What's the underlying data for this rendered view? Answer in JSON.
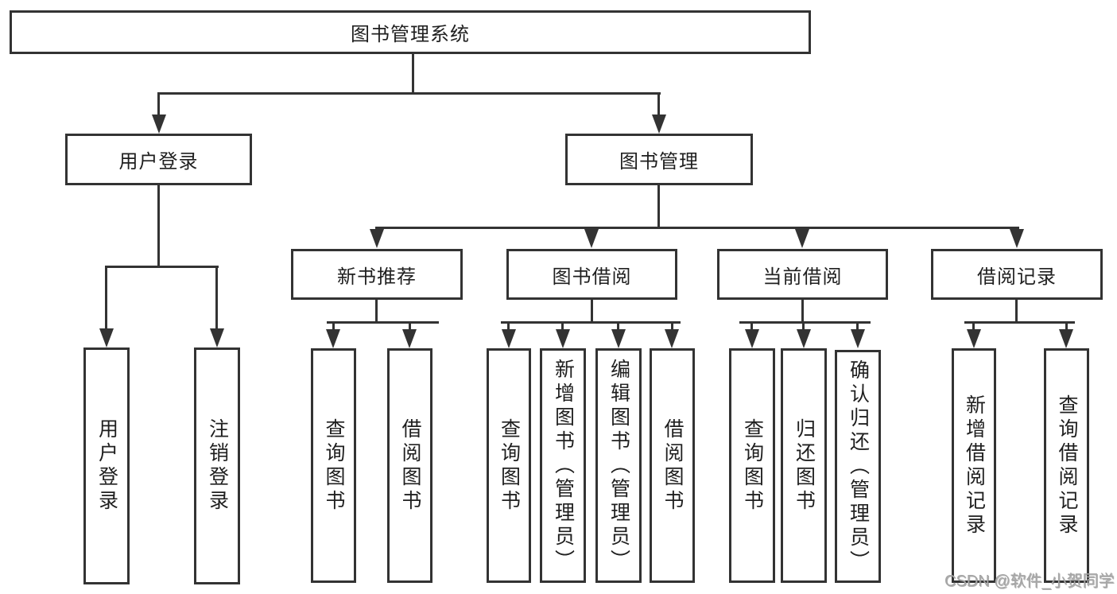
{
  "diagram": {
    "title": "图书管理系统",
    "type": "function-structure-tree",
    "colors": {
      "line": "#333333",
      "box_border": "#333333",
      "box_fill": "#ffffff",
      "text": "#1f1f1f",
      "watermark": "#a6a6a6",
      "background": "#ffffff"
    }
  },
  "nodes": {
    "root": {
      "label": "图书管理系统",
      "children": [
        "user_login",
        "book_mgmt"
      ]
    },
    "user_login": {
      "label": "用户登录",
      "children": [
        "leaf_user_login",
        "leaf_logout"
      ]
    },
    "book_mgmt": {
      "label": "图书管理",
      "children": [
        "new_book_rec",
        "book_borrow",
        "current_borrow",
        "borrow_records"
      ]
    },
    "new_book_rec": {
      "label": "新书推荐",
      "children": [
        "rec_query_books",
        "rec_borrow_books"
      ]
    },
    "book_borrow": {
      "label": "图书借阅",
      "children": [
        "bb_query_books",
        "bb_add_books",
        "bb_edit_books",
        "bb_borrow_books"
      ]
    },
    "current_borrow": {
      "label": "当前借阅",
      "children": [
        "cb_query_books",
        "cb_return_books",
        "cb_confirm_return"
      ]
    },
    "borrow_records": {
      "label": "借阅记录",
      "children": [
        "br_add_record",
        "br_query_record"
      ]
    },
    "leaf_user_login": {
      "label": "用户登录"
    },
    "leaf_logout": {
      "label": "注销登录"
    },
    "rec_query_books": {
      "label": "查询图书"
    },
    "rec_borrow_books": {
      "label": "借阅图书"
    },
    "bb_query_books": {
      "label": "查询图书"
    },
    "bb_add_books": {
      "label": "新增图书（管理员）"
    },
    "bb_edit_books": {
      "label": "编辑图书（管理员）"
    },
    "bb_borrow_books": {
      "label": "借阅图书"
    },
    "cb_query_books": {
      "label": "查询图书"
    },
    "cb_return_books": {
      "label": "归还图书"
    },
    "cb_confirm_return": {
      "label": "确认归还（管理员）"
    },
    "br_add_record": {
      "label": "新增借阅记录"
    },
    "br_query_record": {
      "label": "查询借阅记录"
    }
  },
  "watermark": {
    "text": "CSDN @软件_小贺同学"
  }
}
